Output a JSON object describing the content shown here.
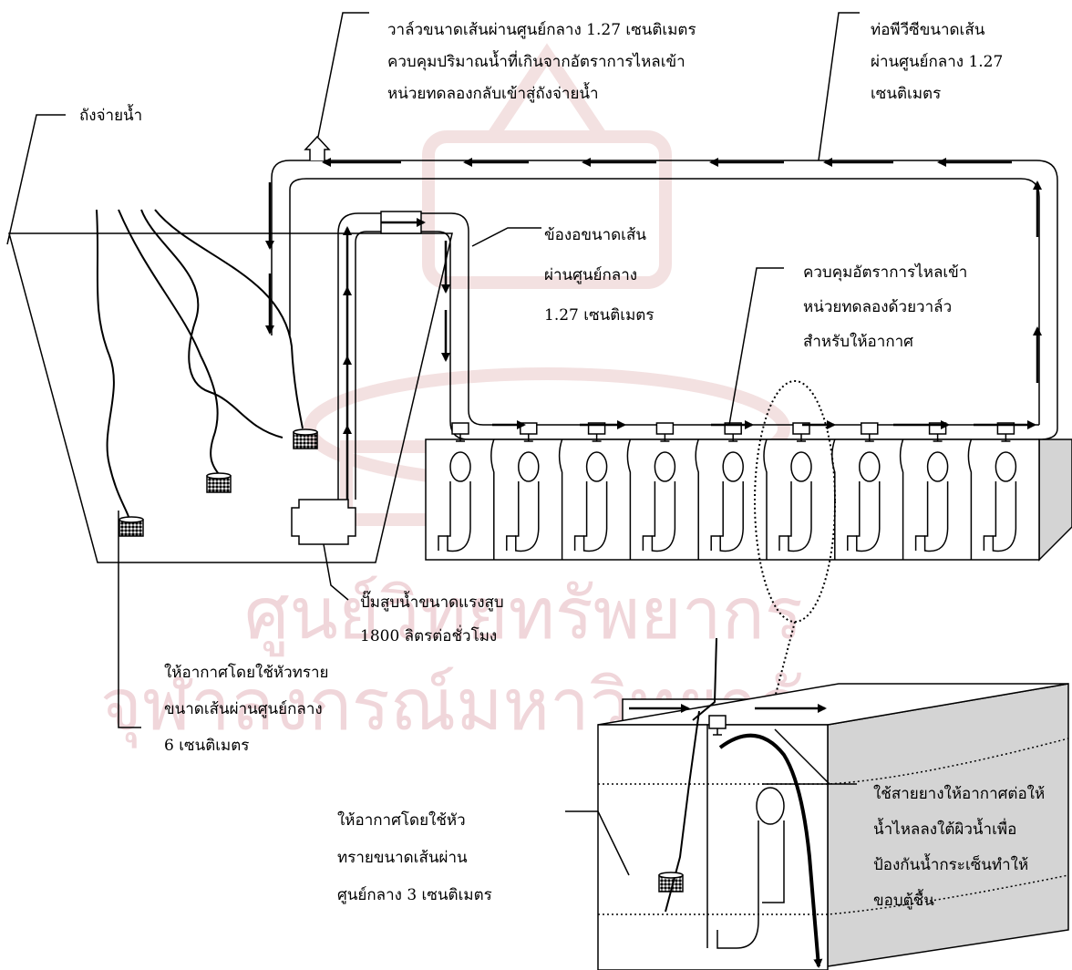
{
  "watermark": {
    "line1": "ศูนย์วิทยทรัพยากร",
    "line2": "จุฬาลงกรณ์มหาวิทยาลัย",
    "color": "#f0d6da"
  },
  "labels": {
    "tank": "ถังจ่ายน้ำ",
    "valve_overflow": [
      "วาล์วขนาดเส้นผ่านศูนย์กลาง 1.27 เซนติเมตร",
      "ควบคุมปริมาณน้ำที่เกินจากอัตราการไหลเข้า",
      "หน่วยทดลองกลับเข้าสู่ถังจ่ายน้ำ"
    ],
    "pvc_pipe": [
      "ท่อพีวีซีขนาดเส้น",
      "ผ่านศูนย์กลาง 1.27",
      "เซนติเมตร"
    ],
    "elbow": [
      "ข้องอขนาดเส้น",
      "ผ่านศูนย์กลาง",
      "1.27 เซนติเมตร"
    ],
    "flow_control": [
      "ควบคุมอัตราการไหลเข้า",
      "หน่วยทดลองด้วยวาล์ว",
      "สำหรับให้อากาศ"
    ],
    "pump": [
      "ปั๊มสูบน้ำขนาดแรงสูบ",
      "1800 ลิตรต่อชั่วโมง"
    ],
    "aerator_large": [
      "ให้อากาศโดยใช้หัวทราย",
      "ขนาดเส้นผ่านศูนย์กลาง",
      "6 เซนติเมตร"
    ],
    "aerator_small": [
      "ให้อากาศโดยใช้หัว",
      "ทรายขนาดเส้นผ่าน",
      "ศูนย์กลาง 3 เซนติเมตร"
    ],
    "air_hose": [
      "ใช้สายยางให้อากาศต่อให้",
      "น้ำไหลลงใต้ผิวน้ำเพื่อ",
      "ป้องกันน้ำกระเซ็นทำให้",
      "ขอบตู้ชื้น"
    ]
  },
  "colors": {
    "line": "#000000",
    "side_face": "#d4d4d4",
    "stone_dot": "#777777"
  }
}
